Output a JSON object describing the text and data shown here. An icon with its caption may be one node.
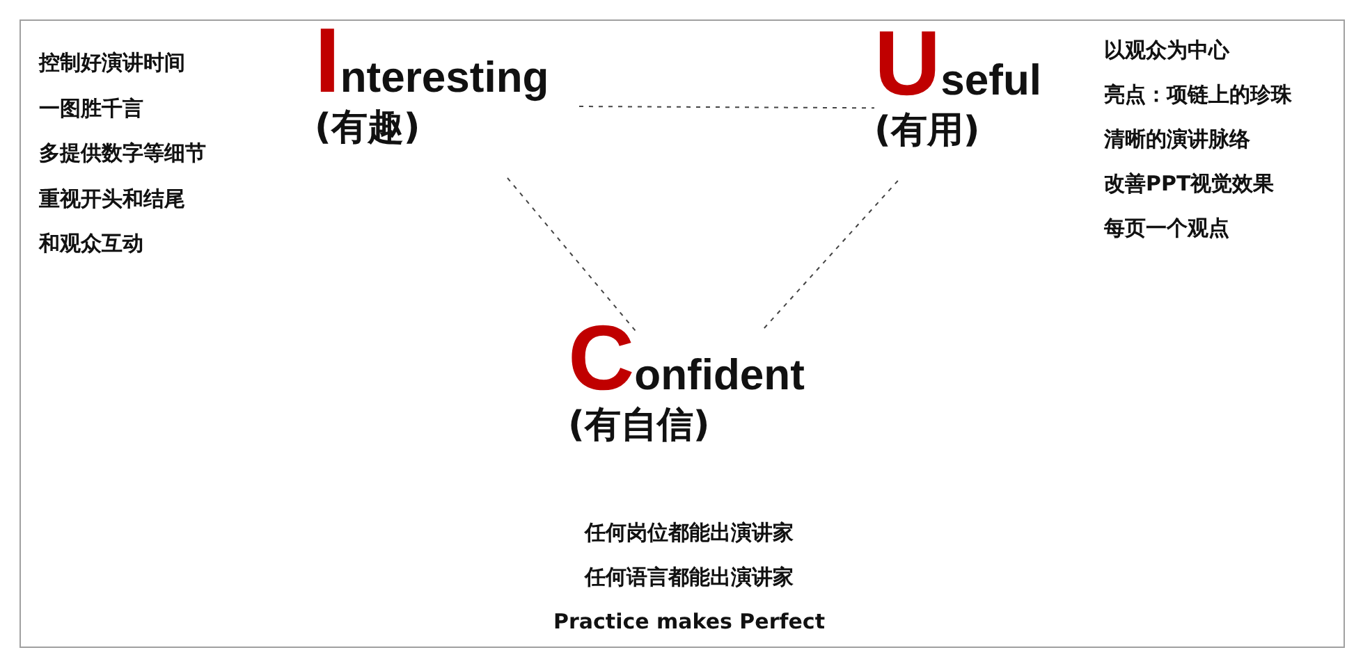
{
  "diagram": {
    "nodes": [
      {
        "text": [
          "Interesting",
          "(有趣)"
        ],
        "beside": [
          "控制好演讲时间",
          "一图胜千言",
          "多提供数字等细节",
          "重视开头和结尾",
          "和观众互动"
        ]
      },
      {
        "text": [
          "Useful",
          "(有用)"
        ],
        "beside": [
          "以观众为中心",
          "亮点：项链上的珍珠",
          "清晰的演讲脉络",
          "改善PPT视觉效果",
          "每页一个观点"
        ]
      },
      {
        "text": [
          "Confident",
          "(有自信)"
        ],
        "beside": [
          "任何岗位都能出演讲家",
          "任何语言都能出演讲家",
          "Practice makes Perfect"
        ]
      }
    ],
    "edges": [
      {
        "from": 0,
        "to": 1,
        "arrow": "none",
        "style": "dashed"
      },
      {
        "from": 0,
        "to": 2,
        "arrow": "none",
        "style": "dashed"
      },
      {
        "from": 1,
        "to": 2,
        "arrow": "none",
        "style": "dashed"
      }
    ]
  }
}
